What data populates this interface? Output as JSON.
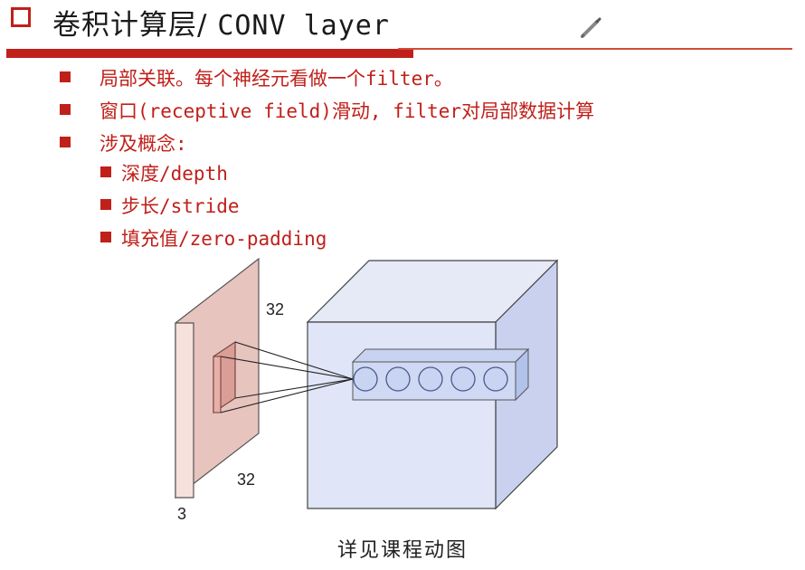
{
  "header": {
    "title_cn": "卷积计算层/ ",
    "title_en": "CONV layer"
  },
  "bullets": [
    {
      "text": "局部关联。每个神经元看做一个filter。"
    },
    {
      "text": "窗口(receptive field)滑动, filter对局部数据计算"
    },
    {
      "text": "涉及概念:"
    }
  ],
  "sub_bullets": [
    {
      "text": "深度/depth"
    },
    {
      "text": "步长/stride"
    },
    {
      "text": "填充值/zero-padding"
    }
  ],
  "figure": {
    "label_height": "32",
    "label_width": "32",
    "label_depth": "3"
  },
  "caption": "详见课程动图",
  "colors": {
    "accent": "#c0201a",
    "input_face": "#f0d0cc",
    "volume_face": "#d8dff5"
  },
  "icons": {
    "edit": "pen-icon",
    "title_marker": "hollow-square-icon"
  }
}
